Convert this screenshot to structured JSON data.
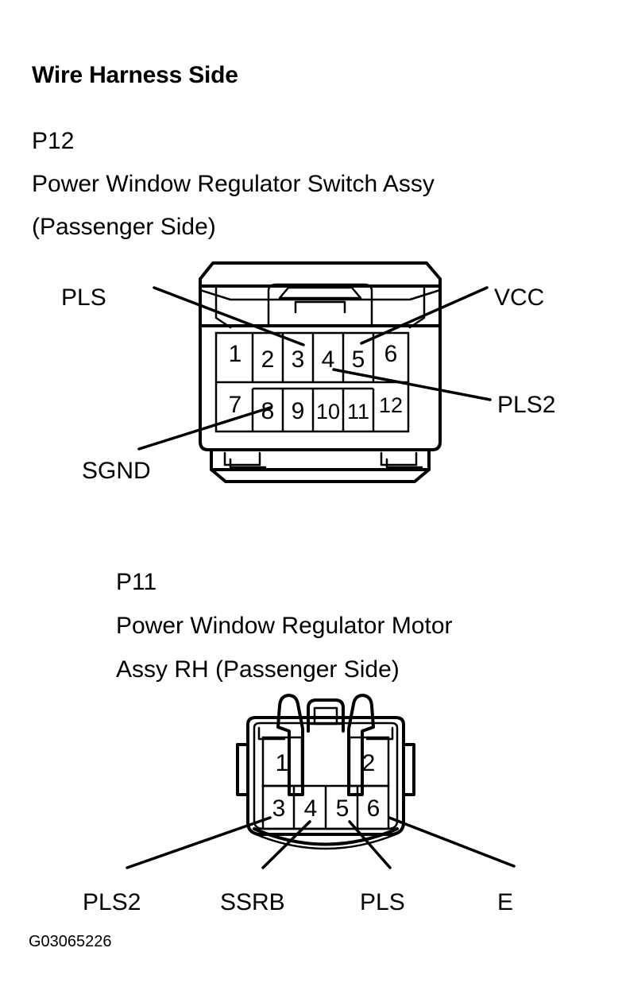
{
  "document": {
    "title": "Wire Harness Side",
    "figure_code": "G03065226"
  },
  "connectors": [
    {
      "id": "P12",
      "code": "P12",
      "name_line1": "Power Window Regulator Switch Assy",
      "name_line2": "(Passenger Side)",
      "pin_count": 12,
      "rows": [
        [
          "1",
          "2",
          "3",
          "4",
          "5",
          "6"
        ],
        [
          "7",
          "8",
          "9",
          "10",
          "11",
          "12"
        ]
      ],
      "signal_labels": [
        {
          "label": "PLS",
          "pin": "3",
          "side": "left",
          "position": "top"
        },
        {
          "label": "VCC",
          "pin": "5",
          "side": "right",
          "position": "top"
        },
        {
          "label": "PLS2",
          "pin": "4",
          "side": "right",
          "position": "middle"
        },
        {
          "label": "SGND",
          "pin": "8",
          "side": "left",
          "position": "bottom"
        }
      ]
    },
    {
      "id": "P11",
      "code": "P11",
      "name_line1": "Power Window Regulator Motor",
      "name_line2": "Assy RH (Passenger Side)",
      "pin_count": 6,
      "rows": [
        [
          "1",
          "2"
        ],
        [
          "3",
          "4",
          "5",
          "6"
        ]
      ],
      "signal_labels": [
        {
          "label": "PLS2",
          "pin": "3",
          "side": "bottom"
        },
        {
          "label": "SSRB",
          "pin": "4",
          "side": "bottom"
        },
        {
          "label": "PLS",
          "pin": "5",
          "side": "bottom"
        },
        {
          "label": "E",
          "pin": "6",
          "side": "bottom"
        }
      ]
    }
  ],
  "colors": {
    "ink": "#000000",
    "paper": "#ffffff"
  }
}
